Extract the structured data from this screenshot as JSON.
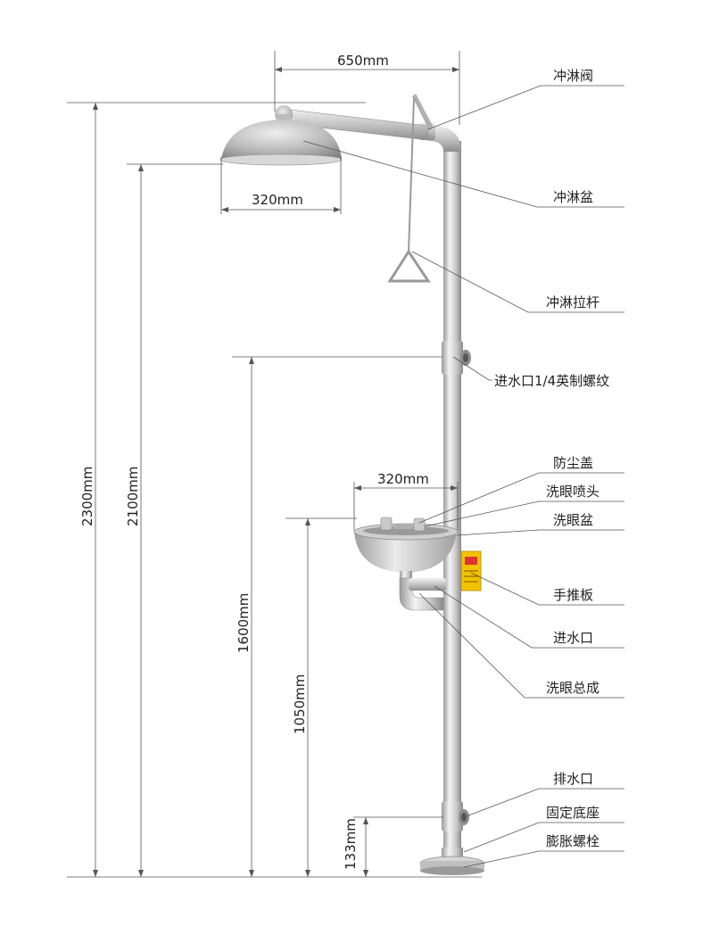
{
  "dimensions": {
    "arm_width": "650mm",
    "shower_head_diameter": "320mm",
    "eyewash_bowl_diameter": "320mm",
    "total_height": "2300mm",
    "shower_head_height": "2100mm",
    "water_inlet_height": "1600mm",
    "eyewash_bowl_height": "1050mm",
    "drain_height": "133mm"
  },
  "labels": {
    "shower_valve": "冲淋阀",
    "shower_head": "冲淋盆",
    "pull_rod": "冲淋拉杆",
    "water_inlet_thread": "进水口1/4英制螺纹",
    "dust_cover": "防尘盖",
    "eyewash_nozzle": "洗眼喷头",
    "eyewash_bowl": "洗眼盆",
    "push_plate": "手推板",
    "water_inlet": "进水口",
    "eyewash_assembly": "洗眼总成",
    "drain_outlet": "排水口",
    "fixed_base": "固定底座",
    "expansion_bolt": "膨胀螺栓"
  },
  "colors": {
    "line": "#555555",
    "metal_light": "#e6e6e6",
    "metal_dark": "#8a8a8a",
    "sign_yellow": "#f2c200"
  }
}
